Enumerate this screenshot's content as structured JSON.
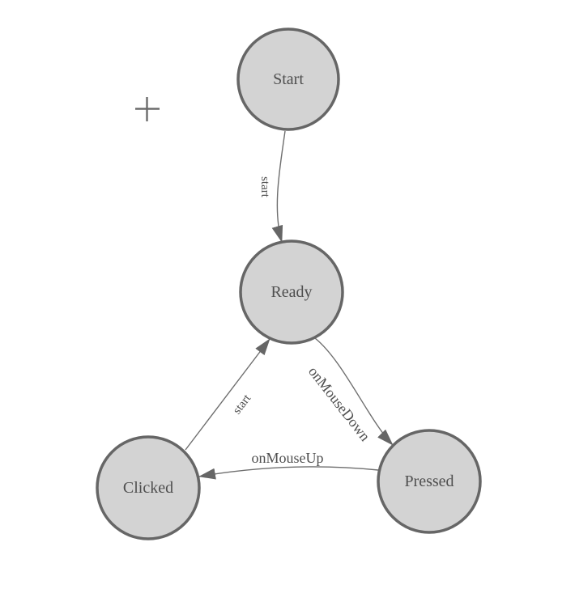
{
  "palette": {
    "background": "#ffffff",
    "node_fill": "#d3d3d3",
    "node_stroke": "#666666",
    "edge_stroke": "#6e6e6e",
    "arrow_fill": "#666666",
    "text_color": "#4f4f4f",
    "cursor_color": "#6b6b6b"
  },
  "diagram": {
    "type": "state-machine",
    "nodes": [
      {
        "id": "start",
        "label": "Start"
      },
      {
        "id": "ready",
        "label": "Ready"
      },
      {
        "id": "clicked",
        "label": "Clicked"
      },
      {
        "id": "pressed",
        "label": "Pressed"
      }
    ],
    "edges": [
      {
        "from": "start",
        "to": "ready",
        "label": "start"
      },
      {
        "from": "ready",
        "to": "pressed",
        "label": "onMouseDown"
      },
      {
        "from": "pressed",
        "to": "clicked",
        "label": "onMouseUp"
      },
      {
        "from": "clicked",
        "to": "ready",
        "label": "start"
      }
    ],
    "cursor": {
      "type": "crosshair"
    }
  }
}
